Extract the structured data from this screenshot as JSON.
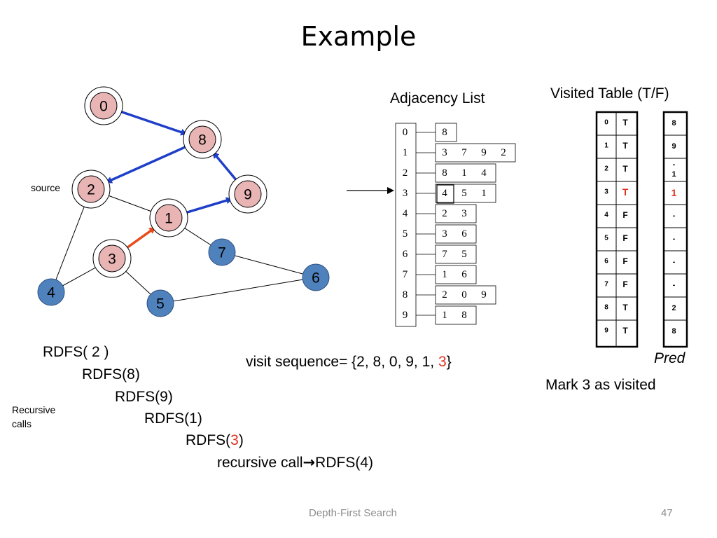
{
  "slide": {
    "title": "Example",
    "source_label": "source",
    "adjacency_title": "Adjacency List",
    "visited_title": "Visited Table (T/F)",
    "pred_label": "Pred",
    "mark_text": "Mark 3 as visited",
    "visit_sequence_prefix": "visit sequence= {2, 8, 0, 9, 1, ",
    "visit_sequence_highlight": "3",
    "visit_sequence_suffix": "}",
    "recursive_calls_label": "Recursive calls",
    "footer_text": "Depth-First Search",
    "page_number": "47",
    "calls": [
      {
        "prefix": "RDFS( 2 )",
        "highlight": "",
        "suffix": ""
      },
      {
        "prefix": "RDFS(8)",
        "highlight": "",
        "suffix": ""
      },
      {
        "prefix": "RDFS(9)",
        "highlight": "",
        "suffix": ""
      },
      {
        "prefix": "RDFS(1)",
        "highlight": "",
        "suffix": ""
      },
      {
        "prefix": "RDFS(",
        "highlight": "3",
        "suffix": ")"
      },
      {
        "prefix": "recursive call",
        "highlight": "",
        "suffix": "RDFS(4)"
      }
    ]
  },
  "colors": {
    "visited_node": "#e8b4b4",
    "unvisited_node": "#4f81bd",
    "dfs_edge": "#1f3fc8",
    "current_edge": "#e84a1c",
    "highlight_text": "#e0301e"
  },
  "graph": {
    "nodes": [
      {
        "id": "0",
        "visited": true
      },
      {
        "id": "8",
        "visited": true
      },
      {
        "id": "2",
        "visited": true
      },
      {
        "id": "9",
        "visited": true
      },
      {
        "id": "1",
        "visited": true
      },
      {
        "id": "3",
        "visited": true
      },
      {
        "id": "7",
        "visited": false
      },
      {
        "id": "6",
        "visited": false
      },
      {
        "id": "4",
        "visited": false
      },
      {
        "id": "5",
        "visited": false
      }
    ],
    "edges": [
      [
        "0",
        "8"
      ],
      [
        "8",
        "2"
      ],
      [
        "8",
        "9"
      ],
      [
        "2",
        "1"
      ],
      [
        "2",
        "4"
      ],
      [
        "9",
        "1"
      ],
      [
        "1",
        "3"
      ],
      [
        "1",
        "7"
      ],
      [
        "7",
        "6"
      ],
      [
        "3",
        "4"
      ],
      [
        "3",
        "5"
      ],
      [
        "5",
        "6"
      ]
    ],
    "dfs_edges": [
      [
        "0",
        "8"
      ],
      [
        "8",
        "2"
      ],
      [
        "9",
        "8"
      ],
      [
        "1",
        "9"
      ],
      [
        "3",
        "1"
      ]
    ],
    "current_edge": [
      "3",
      "1"
    ]
  },
  "adjacency_list": [
    {
      "vertex": "0",
      "neighbors": [
        "8"
      ]
    },
    {
      "vertex": "1",
      "neighbors": [
        "3",
        "7",
        "9",
        "2"
      ]
    },
    {
      "vertex": "2",
      "neighbors": [
        "8",
        "1",
        "4"
      ]
    },
    {
      "vertex": "3",
      "neighbors": [
        "4",
        "5",
        "1"
      ]
    },
    {
      "vertex": "4",
      "neighbors": [
        "2",
        "3"
      ]
    },
    {
      "vertex": "5",
      "neighbors": [
        "3",
        "6"
      ]
    },
    {
      "vertex": "6",
      "neighbors": [
        "7",
        "5"
      ]
    },
    {
      "vertex": "7",
      "neighbors": [
        "1",
        "6"
      ]
    },
    {
      "vertex": "8",
      "neighbors": [
        "2",
        "0",
        "9"
      ]
    },
    {
      "vertex": "9",
      "neighbors": [
        "1",
        "8"
      ]
    }
  ],
  "current_vertex": "3",
  "visited_table": [
    {
      "vertex": "0",
      "value": "T",
      "highlight": false
    },
    {
      "vertex": "1",
      "value": "T",
      "highlight": false
    },
    {
      "vertex": "2",
      "value": "T",
      "highlight": false
    },
    {
      "vertex": "3",
      "value": "T",
      "highlight": true
    },
    {
      "vertex": "4",
      "value": "F",
      "highlight": false
    },
    {
      "vertex": "5",
      "value": "F",
      "highlight": false
    },
    {
      "vertex": "6",
      "value": "F",
      "highlight": false
    },
    {
      "vertex": "7",
      "value": "F",
      "highlight": false
    },
    {
      "vertex": "8",
      "value": "T",
      "highlight": false
    },
    {
      "vertex": "9",
      "value": "T",
      "highlight": false
    }
  ],
  "pred_table": [
    {
      "value": "8",
      "highlight": false
    },
    {
      "value": "9",
      "highlight": false
    },
    {
      "value": "-\n1",
      "highlight": false
    },
    {
      "value": "1",
      "highlight": true
    },
    {
      "value": "-",
      "highlight": false
    },
    {
      "value": "-",
      "highlight": false
    },
    {
      "value": "-",
      "highlight": false
    },
    {
      "value": "-",
      "highlight": false
    },
    {
      "value": "2",
      "highlight": false
    },
    {
      "value": "8",
      "highlight": false
    }
  ]
}
